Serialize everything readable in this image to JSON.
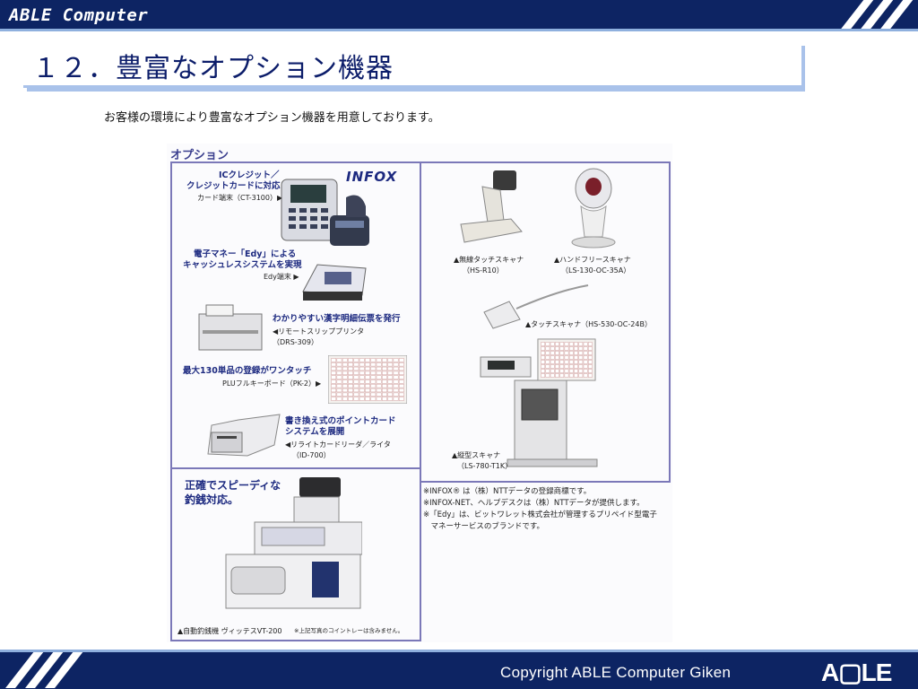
{
  "header": {
    "brand": "ABLE Computer"
  },
  "slide": {
    "title": "１２．豊富なオプション機器",
    "subtitle": "お客様の環境により豊富なオプション機器を用意しております。"
  },
  "catalog": {
    "heading": "オプション",
    "left_items": [
      {
        "label1": "ICクレジット／",
        "label2": "クレジットカードに対応",
        "sub": "カード端末（CT-3100）▶"
      },
      {
        "label1": "電子マネー「Edy」による",
        "label2": "キャッシュレスシステムを実現",
        "sub": "Edy端末 ▶"
      },
      {
        "label1": "わかりやすい漢字明細伝票を発行",
        "sub1": "◀リモートスリッププリンタ",
        "sub2": "（DRS-309）"
      },
      {
        "label1": "最大130単品の登録がワンタッチ",
        "sub": "PLUフルキーボード（PK-2）▶"
      },
      {
        "label1": "書き換え式のポイントカード",
        "label2": "システムを展開",
        "sub1": "◀リライトカードリーダ／ライタ",
        "sub2": "（ID-700）"
      }
    ],
    "infox_logo": "INFOX",
    "right_items": [
      {
        "sub1": "▲無線タッチスキャナ",
        "sub2": "（HS-R10）"
      },
      {
        "sub1": "▲ハンドフリースキャナ",
        "sub2": "（LS-130-OC-35A）"
      },
      {
        "sub1": "▲タッチスキャナ（HS-530-OC-24B）"
      },
      {
        "sub1": "▲縦型スキャナ",
        "sub2": "（LS-780-T1K）"
      }
    ],
    "bottom_left": {
      "label1": "正確でスピーディな",
      "label2": "釣銭対応。",
      "caption": "▲自動釣銭機 ヴィッテスVT-200",
      "caption_note": "※上記写真のコイントレーは含みません。"
    },
    "notes": [
      "※INFOX® は（株）NTTデータの登録商標です。",
      "※INFOX-NET、ヘルプデスクは（株）NTTデータが提供します。",
      "※「Edy」は、ビットワレット株式会社が管理するプリペイド型電子",
      "　マネーサービスのブランドです。"
    ]
  },
  "footer": {
    "copyright": "Copyright ABLE Computer Giken",
    "logo": "A▢LE"
  },
  "colors": {
    "bar": "#0d2463",
    "accent": "#8fb0de",
    "title": "#0c1d6a"
  }
}
